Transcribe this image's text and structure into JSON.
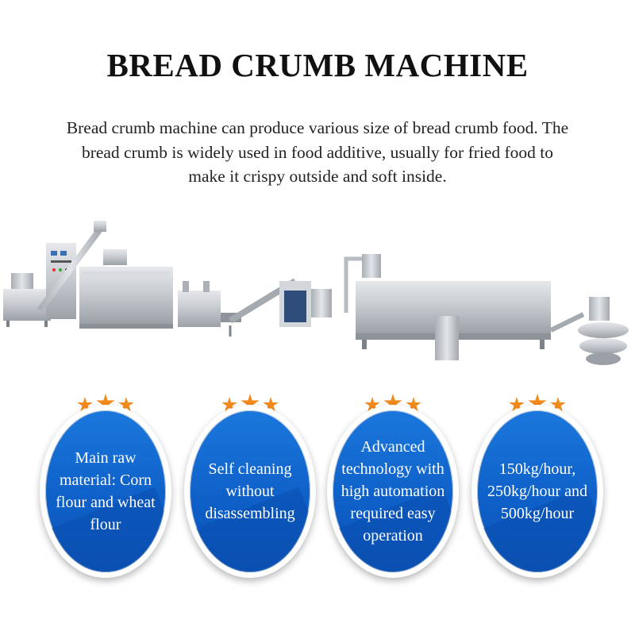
{
  "title": "BREAD CRUMB MACHINE",
  "description": "Bread crumb machine can produce various size of bread crumb food. The bread crumb is widely used in food additive, usually for fried food to make it crispy outside and soft inside.",
  "features": [
    {
      "text": "Main raw material: Corn flour and wheat flour",
      "stars": 3
    },
    {
      "text": "Self cleaning without disassembling",
      "stars": 3
    },
    {
      "text": "Advanced technology with high automation required easy operation",
      "stars": 3
    },
    {
      "text": "150kg/hour, 250kg/hour and 500kg/hour",
      "stars": 3
    }
  ],
  "colors": {
    "accent_blue": "#0d5ec6",
    "star_orange": "#f28a1c",
    "machine_steel": "#c8ccd1"
  }
}
